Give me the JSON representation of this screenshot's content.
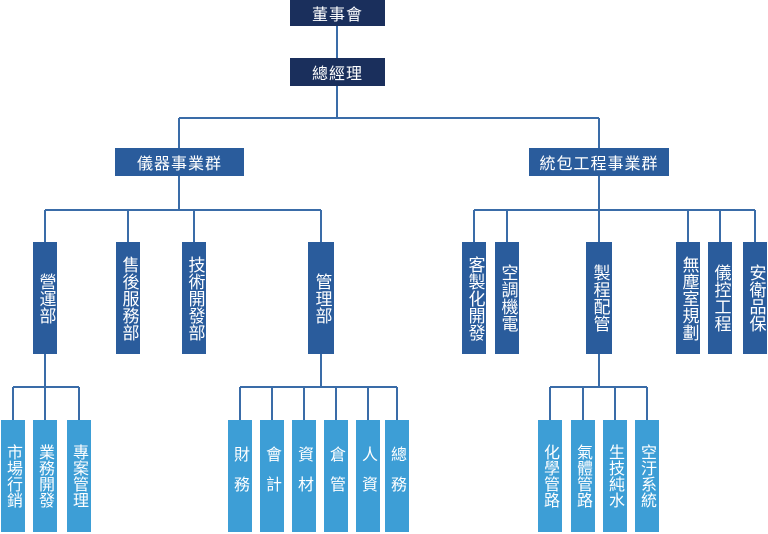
{
  "org": {
    "board": "董事會",
    "gm": "總經理",
    "div1": {
      "name": "儀器事業群",
      "operations": "營運部",
      "after_sales": "售後服務部",
      "tech_dev": "技術開發部",
      "management": "管理部",
      "ops_units": [
        "市場行銷",
        "業務開發",
        "專案管理"
      ],
      "mgmt_units": [
        "財務",
        "會計",
        "資材",
        "倉管",
        "人資",
        "總務"
      ]
    },
    "div2": {
      "name": "統包工程事業群",
      "custom_dev": "客製化開發",
      "hvac": "空調機電",
      "piping": "製程配管",
      "cleanroom": "無塵室規劃",
      "instrumentation": "儀控工程",
      "safety": "安衛品保",
      "piping_units": [
        "化學管路",
        "氣體管路",
        "生技純水",
        "空汙系統"
      ]
    }
  }
}
